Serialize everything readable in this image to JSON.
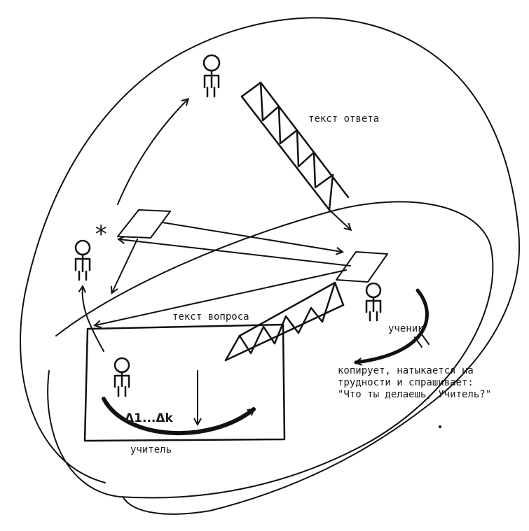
{
  "labels": {
    "answer_text": "текст ответа",
    "question_text": "текст вопроса",
    "student": "ученик",
    "teacher": "учитель",
    "steps": "Δ1...Δk",
    "asterisk": "*",
    "note_line1": "копирует, натыкается на",
    "note_line2": "трудности и спрашивает:",
    "note_line3": "\"Что ты делаешь, Учитель?\""
  },
  "colors": {
    "ink": "#111111",
    "paper": "#ffffff"
  }
}
